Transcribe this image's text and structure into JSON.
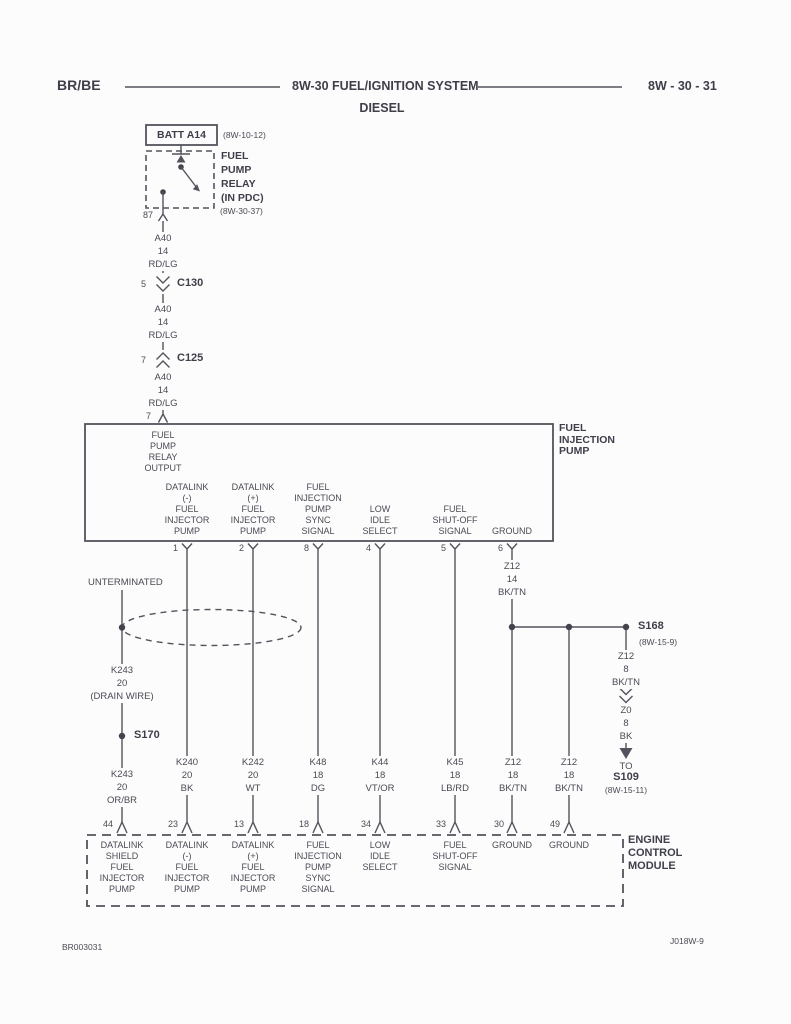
{
  "page": {
    "header": {
      "section_code": "BR/BE",
      "title": "8W-30 FUEL/IGNITION SYSTEM",
      "subtitle": "DIESEL",
      "page_number": "8W - 30 - 31"
    },
    "footer": {
      "drawing_number": "BR003031",
      "sheet_code": "J018W-9"
    }
  },
  "battery_feed": {
    "source_label": "BATT A14",
    "source_ref": "(8W-10-12)",
    "relay_name": "FUEL\nPUMP\nRELAY\n(IN PDC)",
    "relay_ref": "(8W-30-37)",
    "relay_pin": "87",
    "wire_a": "A40\n14\nRD/LG",
    "conn1_pin": "5",
    "conn1_name": "C130",
    "wire_b": "A40\n14\nRD/LG",
    "conn2_pin": "7",
    "conn2_name": "C125",
    "wire_c": "A40\n14\nRD/LG",
    "fip_input_pin": "7"
  },
  "fip": {
    "name": "FUEL\nINJECTION\nPUMP",
    "input_label": "FUEL\nPUMP\nRELAY\nOUTPUT",
    "pins": [
      {
        "number": "1",
        "label": "DATALINK\n(-)\nFUEL\nINJECTOR\nPUMP"
      },
      {
        "number": "2",
        "label": "DATALINK\n(+)\nFUEL\nINJECTOR\nPUMP"
      },
      {
        "number": "8",
        "label": "FUEL\nINJECTION\nPUMP\nSYNC\nSIGNAL"
      },
      {
        "number": "4",
        "label": "LOW\nIDLE\nSELECT"
      },
      {
        "number": "5",
        "label": "FUEL\nSHUT-OFF\nSIGNAL"
      },
      {
        "number": "6",
        "label": "GROUND"
      }
    ]
  },
  "harness": {
    "unterminated": "UNTERMINATED",
    "drain_wire": "K243\n20\n(DRAIN WIRE)",
    "splice_s170": "S170",
    "drain_wire2": "K243\n20\nOR/BR",
    "wire_k240": "K240\n20\nBK",
    "wire_k242": "K242\n20\nWT",
    "wire_k48": "K48\n18\nDG",
    "wire_k44": "K44\n18\nVT/OR",
    "wire_k45": "K45\n18\nLB/RD",
    "wire_z12_14": "Z12\n14\nBK/TN",
    "wire_z12_pin30": "Z12\n18\nBK/TN",
    "wire_z12_pin49": "Z12\n18\nBK/TN",
    "splice_s168": "S168",
    "splice_s168_ref": "(8W-15-9)",
    "wire_z12_8": "Z12\n8\nBK/TN",
    "wire_z0": "Z0\n8\nBK",
    "dest_to": "TO",
    "dest_name": "S109",
    "dest_ref": "(8W-15-11)"
  },
  "ecm": {
    "name": "ENGINE\nCONTROL\nMODULE",
    "pins": [
      {
        "number": "44",
        "label": "DATALINK\nSHIELD\nFUEL\nINJECTOR\nPUMP"
      },
      {
        "number": "23",
        "label": "DATALINK\n(-)\nFUEL\nINJECTOR\nPUMP"
      },
      {
        "number": "13",
        "label": "DATALINK\n(+)\nFUEL\nINJECTOR\nPUMP"
      },
      {
        "number": "18",
        "label": "FUEL\nINJECTION\nPUMP\nSYNC\nSIGNAL"
      },
      {
        "number": "34",
        "label": "LOW\nIDLE\nSELECT"
      },
      {
        "number": "33",
        "label": "FUEL\nSHUT-OFF\nSIGNAL"
      },
      {
        "number": "30",
        "label": "GROUND"
      },
      {
        "number": "49",
        "label": "GROUND"
      }
    ]
  }
}
